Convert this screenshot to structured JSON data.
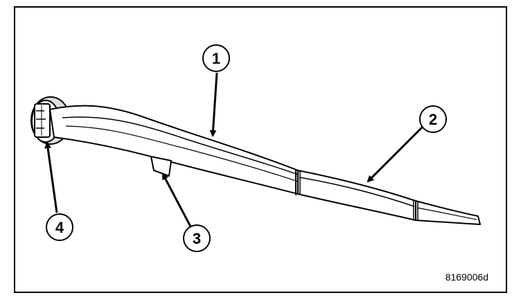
{
  "figure_id": "8169006d",
  "callouts": [
    {
      "label": "1"
    },
    {
      "label": "2"
    },
    {
      "label": "3"
    },
    {
      "label": "4"
    }
  ]
}
